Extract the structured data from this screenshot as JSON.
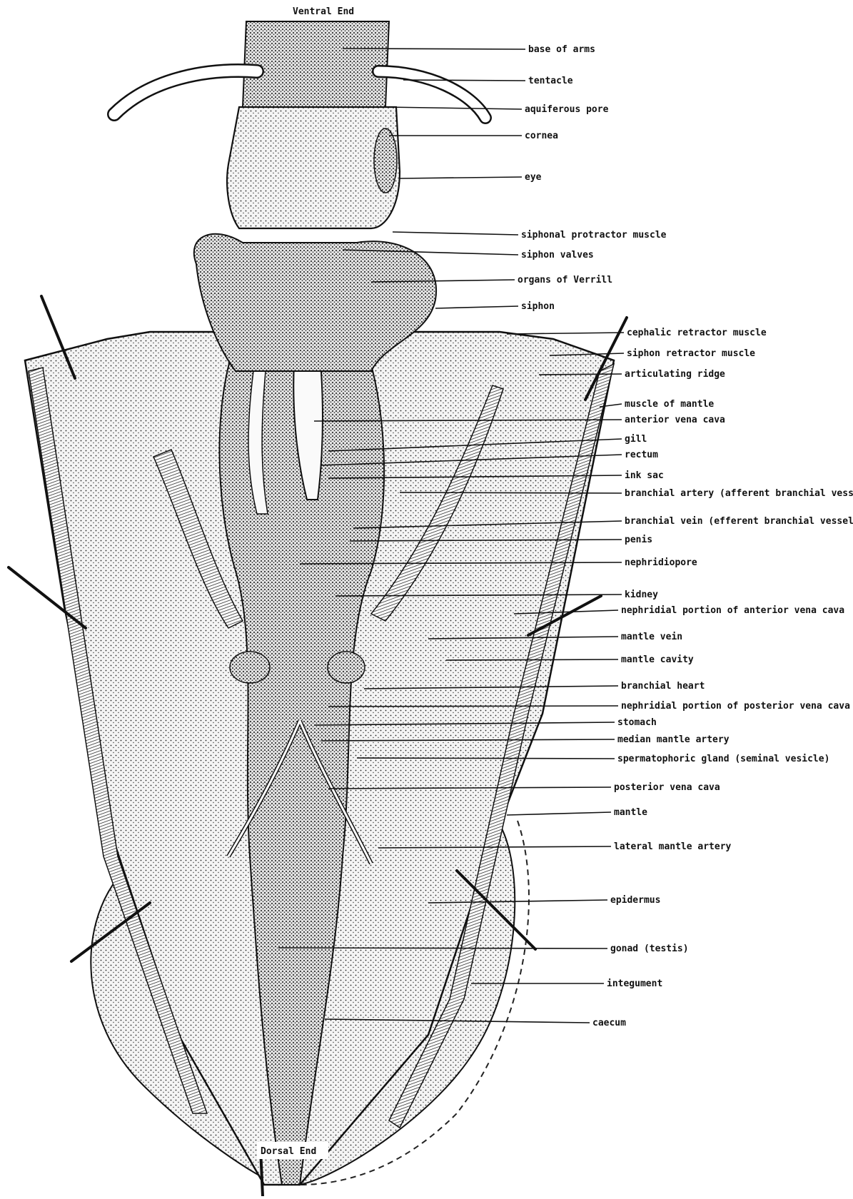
{
  "diagram": {
    "top_end_label": "Ventral End",
    "bottom_end_label": "Dorsal End",
    "labels": [
      "base of arms",
      "tentacle",
      "aquiferous pore",
      "cornea",
      "eye",
      "siphonal protractor muscle",
      "siphon valves",
      "organs of Verrill",
      "siphon",
      "cephalic retractor muscle",
      "siphon retractor muscle",
      "articulating ridge",
      "muscle of mantle",
      "anterior vena cava",
      "gill",
      "rectum",
      "ink sac",
      "branchial artery (afferent branchial vessel)",
      "branchial vein (efferent branchial vessel)",
      "penis",
      "nephridiopore",
      "kidney",
      "nephridial portion of anterior vena cava",
      "mantle vein",
      "mantle cavity",
      "branchial heart",
      "nephridial portion of posterior vena cava",
      "stomach",
      "median mantle artery",
      "spermatophoric gland (seminal vesicle)",
      "posterior vena cava",
      "mantle",
      "lateral mantle artery",
      "epidermus",
      "gonad (testis)",
      "integument",
      "caecum"
    ]
  }
}
